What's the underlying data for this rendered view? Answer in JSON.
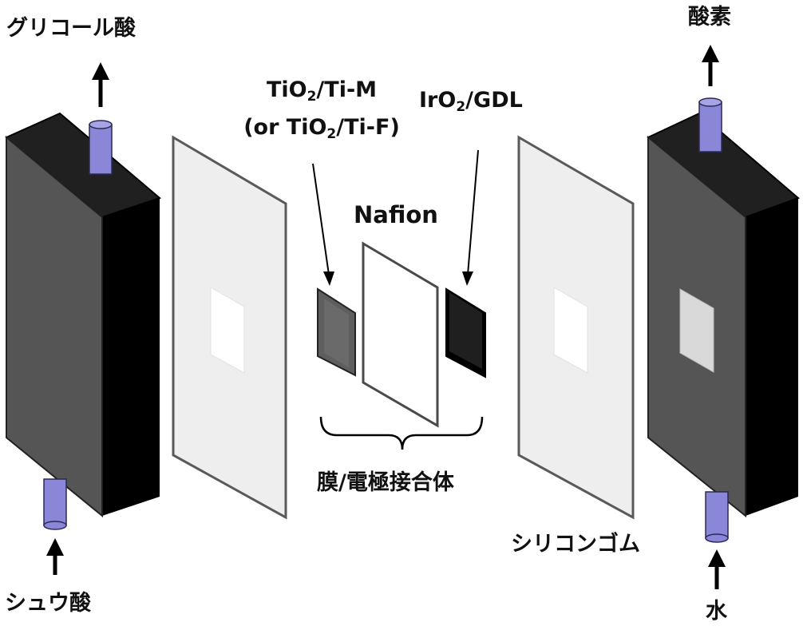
{
  "labels": {
    "glycolic_acid": "グリコール酸",
    "oxalic_acid": "シュウ酸",
    "oxygen": "酸素",
    "water": "水",
    "tio2_prefix": "TiO",
    "tio2_suffix": "/Ti-M",
    "alt_prefix": "(or TiO",
    "alt_suffix": "/Ti-F)",
    "iro2_prefix": "IrO",
    "iro2_suffix": "/GDL",
    "subscript_two": "2",
    "nafion": "Nafion",
    "mea": "膜/電極接合体",
    "silicone_rubber": "シリコンゴム"
  },
  "colors": {
    "plate_front": "#555555",
    "plate_side": "#000000",
    "plate_top": "#202020",
    "tube": "#8a86d8",
    "gasket": "#eeeeee",
    "gasket_edge": "#5a5a5a",
    "membrane": "#ffffff",
    "electrode_tio2": "#5e5e5e",
    "electrode_iro2": "#000000",
    "window_white": "#ffffff",
    "window_gdl": "#d9d9d9"
  }
}
